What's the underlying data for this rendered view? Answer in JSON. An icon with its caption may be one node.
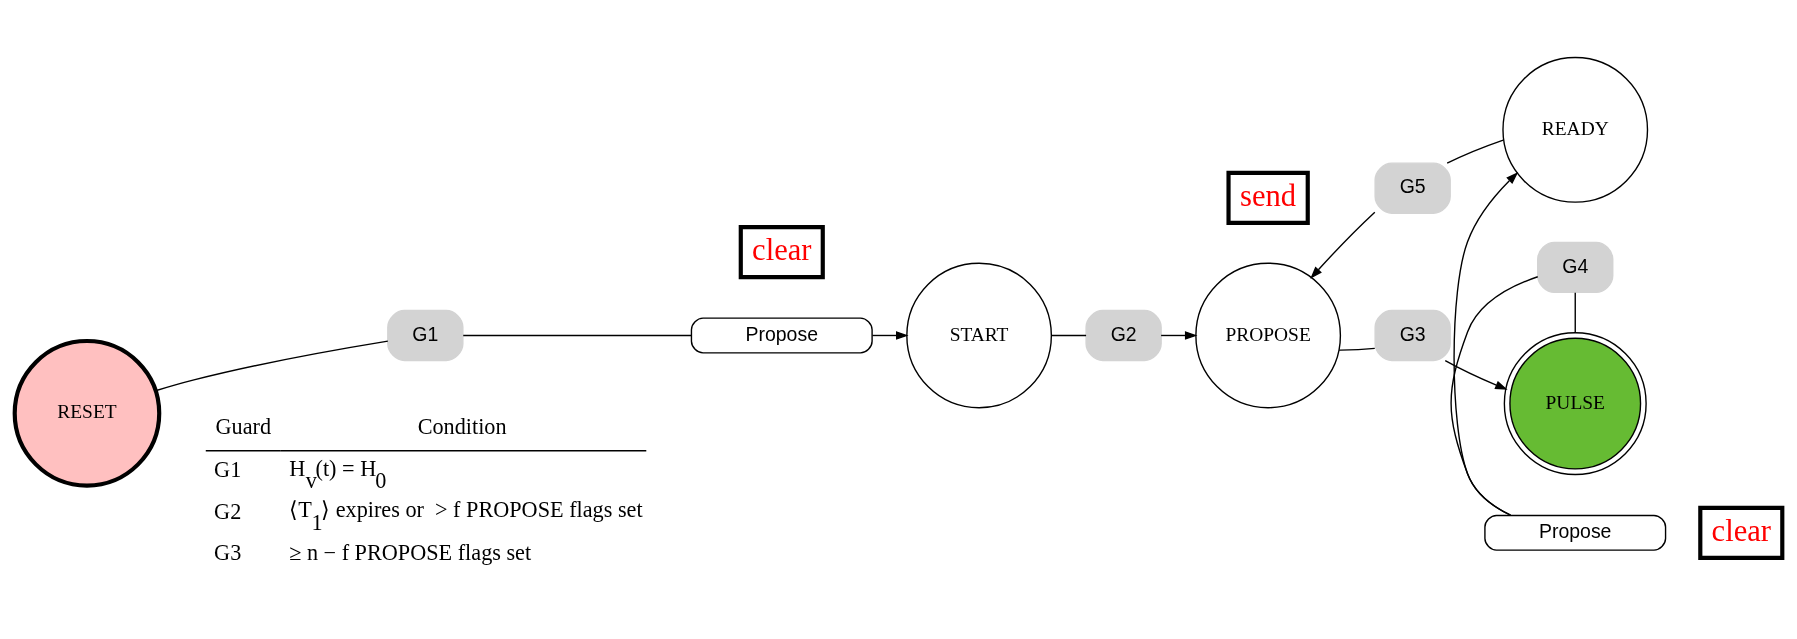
{
  "diagram": {
    "nodes": [
      {
        "text": [
          "RESET"
        ]
      },
      {
        "text": [
          "G1"
        ]
      },
      {
        "text": [
          "Propose"
        ]
      },
      {
        "text": [
          "START"
        ]
      },
      {
        "text": [
          "G2"
        ]
      },
      {
        "text": [
          "PROPOSE"
        ]
      },
      {
        "text": [
          "G5"
        ]
      },
      {
        "text": [
          "READY"
        ]
      },
      {
        "text": [
          "G3"
        ]
      },
      {
        "text": [
          "Propose"
        ]
      },
      {
        "text": [
          "G4"
        ]
      },
      {
        "text": [
          "PULSE"
        ]
      },
      {
        "text": [
          "clear"
        ]
      },
      {
        "text": [
          "send"
        ]
      },
      {
        "text": [
          "clear"
        ]
      }
    ],
    "edges": [
      {
        "from": 0,
        "to": 1,
        "arrow": "none"
      },
      {
        "from": 1,
        "to": 2,
        "arrow": "none"
      },
      {
        "from": 2,
        "to": 3,
        "arrow": "to"
      },
      {
        "from": 3,
        "to": 4,
        "arrow": "none"
      },
      {
        "from": 4,
        "to": 5,
        "arrow": "to"
      },
      {
        "from": 7,
        "to": 6,
        "arrow": "none"
      },
      {
        "from": 6,
        "to": 5,
        "arrow": "to"
      },
      {
        "from": 5,
        "to": 8,
        "arrow": "none"
      },
      {
        "from": 8,
        "to": 11,
        "arrow": "to"
      },
      {
        "from": 11,
        "to": 10,
        "arrow": "none"
      },
      {
        "from": 10,
        "to": 9,
        "arrow": "none"
      },
      {
        "from": 9,
        "to": 7,
        "arrow": "to"
      }
    ],
    "labels": [
      "Guard",
      "Condition",
      "G1",
      "H$_{v}$(t) = H$_{0}$",
      "G2",
      "⟨T$_{1}$⟩ expires or  > f PROPOSE flags set",
      "G3",
      "≥ n − f PROPOSE flags set"
    ]
  }
}
